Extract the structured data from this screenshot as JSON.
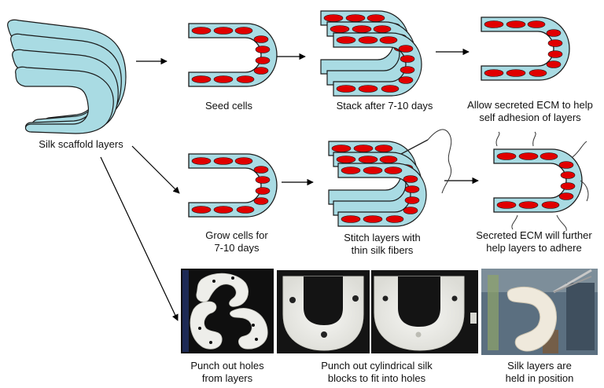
{
  "colors": {
    "scaffold_fill": "#a9dbe3",
    "cell_fill": "#e00000",
    "outline": "#1a1a1a",
    "arrow": "#000000",
    "photo_dark_bg": "#111111",
    "photo_lab_bg": "#5b6f80",
    "silk_white": "#f2f2ee"
  },
  "captions": {
    "scaffold_layers": "Silk scaffold layers",
    "seed_cells": "Seed cells",
    "stack": "Stack after 7-10 days",
    "allow_ecm_line1": "Allow secreted ECM to help",
    "allow_ecm_line2": "self adhesion of layers",
    "grow_line1": "Grow cells for",
    "grow_line2": "7-10 days",
    "stitch_line1": "Stitch layers with",
    "stitch_line2": "thin silk fibers",
    "ecm_further_line1": "Secreted ECM will further",
    "ecm_further_line2": "help layers to adhere",
    "punch_holes_line1": "Punch out holes",
    "punch_holes_line2": "from layers",
    "punch_blocks_line1": "Punch out cylindrical silk",
    "punch_blocks_line2": "blocks to fit into holes",
    "held_line1": "Silk layers are",
    "held_line2": "held in position"
  },
  "icons": {
    "layer": "c-shaped-scaffold-layer",
    "cell": "red-ellipse-cell",
    "needle": "needle-with-thread",
    "photo": "photograph"
  }
}
